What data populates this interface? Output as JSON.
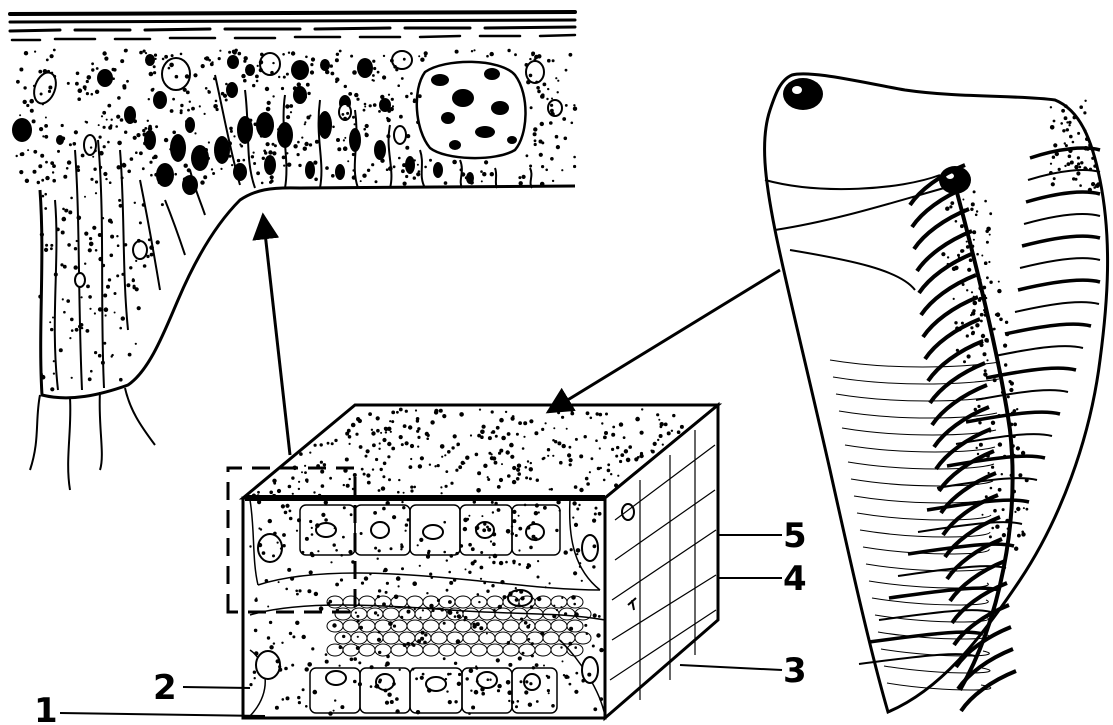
{
  "figure": {
    "labels": [
      "1",
      "2",
      "3",
      "4",
      "5"
    ]
  },
  "colors": {
    "ink": "#000000",
    "paper": "#ffffff"
  }
}
